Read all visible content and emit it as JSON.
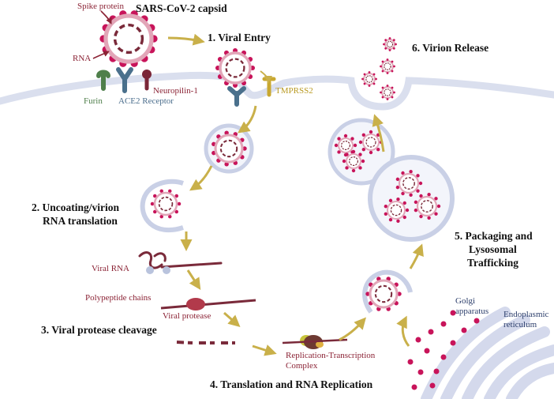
{
  "title": "SARS-CoV-2 capsid",
  "labels": {
    "spike_protein": "Spike protein",
    "rna": "RNA",
    "furin": "Furin",
    "ace2_receptor": "ACE2 Receptor",
    "neuropilin": "Neuropilin-1",
    "tmprss2": "TMPRSS2",
    "viral_rna": "Viral RNA",
    "polypeptide_chains": "Polypeptide chains",
    "viral_protease": "Viral protease",
    "rtc_line1": "Replication-Transcription",
    "rtc_line2": "Complex",
    "golgi_line1": "Golgi",
    "golgi_line2": "apparatus",
    "er_line1": "Endoplasmic",
    "er_line2": "reticulum"
  },
  "steps": {
    "s1": "1. Viral Entry",
    "s2_line1": "2. Uncoating/virion",
    "s2_line2": "RNA translation",
    "s3": "3. Viral protease cleavage",
    "s4": "4. Translation and RNA Replication",
    "s5_line1": "5. Packaging and",
    "s5_line2": "Lysosomal",
    "s5_line3": "Trafficking",
    "s6": "6. Virion Release"
  },
  "colors": {
    "membrane": "#dadfee",
    "membrane_edge": "#c4cbe2",
    "vesicle": "#c9d0e6",
    "spike": "#c8145a",
    "capsid_ring": "#e2a6b8",
    "rna": "#7a2a3a",
    "arrow": "#c9b04a",
    "furin": "#4f7f4b",
    "ace2": "#4a708c",
    "neuropilin": "#7a2638",
    "tmprss2": "#c9a830",
    "label_red": "#8b2335",
    "label_blue": "#4a6d8c",
    "label_green": "#4f7f4b",
    "label_gold": "#b99a22",
    "label_navy": "#2c3e6b"
  }
}
